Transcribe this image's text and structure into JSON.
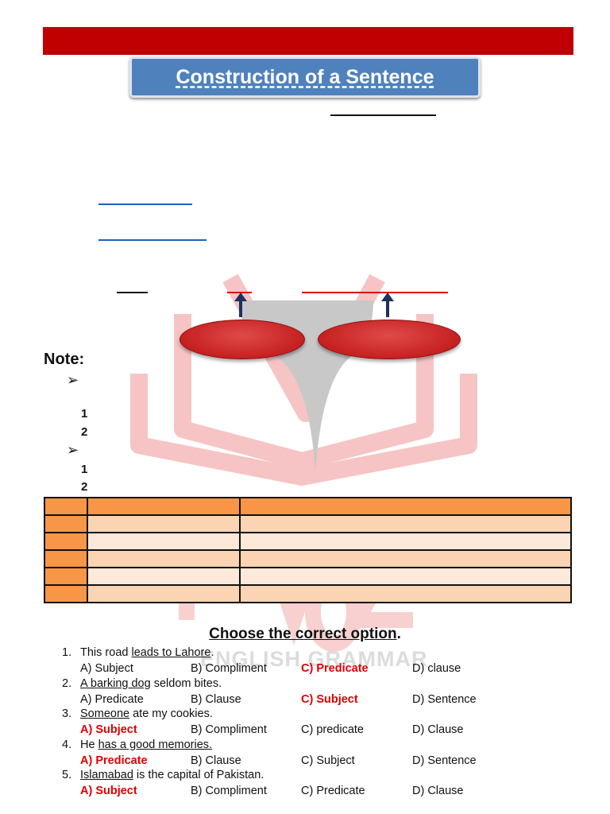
{
  "header": {
    "title": "Construction of a Sentence",
    "accent_color": "#c00000",
    "title_bg": "#4f81bd"
  },
  "note": {
    "label": "Note:",
    "bullet_symbol": "➢",
    "numbers": [
      "1",
      "2",
      "1",
      "2"
    ]
  },
  "watermark": {
    "text": "ENGLISH GRAMMAR"
  },
  "table": {
    "header_color": "#f79646",
    "row_colors": [
      "#fbd4b4",
      "#fde9d9"
    ]
  },
  "quiz": {
    "title": "Choose the correct option",
    "title_suffix": ".",
    "questions": [
      {
        "number": "1.",
        "pre": "This road ",
        "underlined": "leads to Lahore",
        "post": ".",
        "options": [
          "A) Subject",
          "B) Compliment",
          "C) Predicate",
          "D) clause"
        ],
        "correct_index": 2
      },
      {
        "number": "2.",
        "pre": "",
        "underlined": "A barking dog",
        "post": " seldom bites.",
        "options": [
          "A) Predicate",
          "B) Clause",
          "C) Subject",
          "D) Sentence"
        ],
        "correct_index": 2
      },
      {
        "number": "3.",
        "pre": "",
        "underlined": "Someone",
        "post": " ate my cookies.",
        "options": [
          "A) Subject",
          "B) Compliment",
          "C) predicate",
          "D) Clause"
        ],
        "correct_index": 0
      },
      {
        "number": "4.",
        "pre": "He ",
        "underlined": "has a good memories.",
        "post": "",
        "options": [
          "A) Predicate",
          "B) Clause",
          "C) Subject",
          "D) Sentence"
        ],
        "correct_index": 0
      },
      {
        "number": "5.",
        "pre": "",
        "underlined": "Islamabad",
        "post": " is the capital of Pakistan.",
        "options": [
          "A) Subject",
          "B) Compliment",
          "C) Predicate",
          "D) Clause"
        ],
        "correct_index": 0
      }
    ]
  }
}
